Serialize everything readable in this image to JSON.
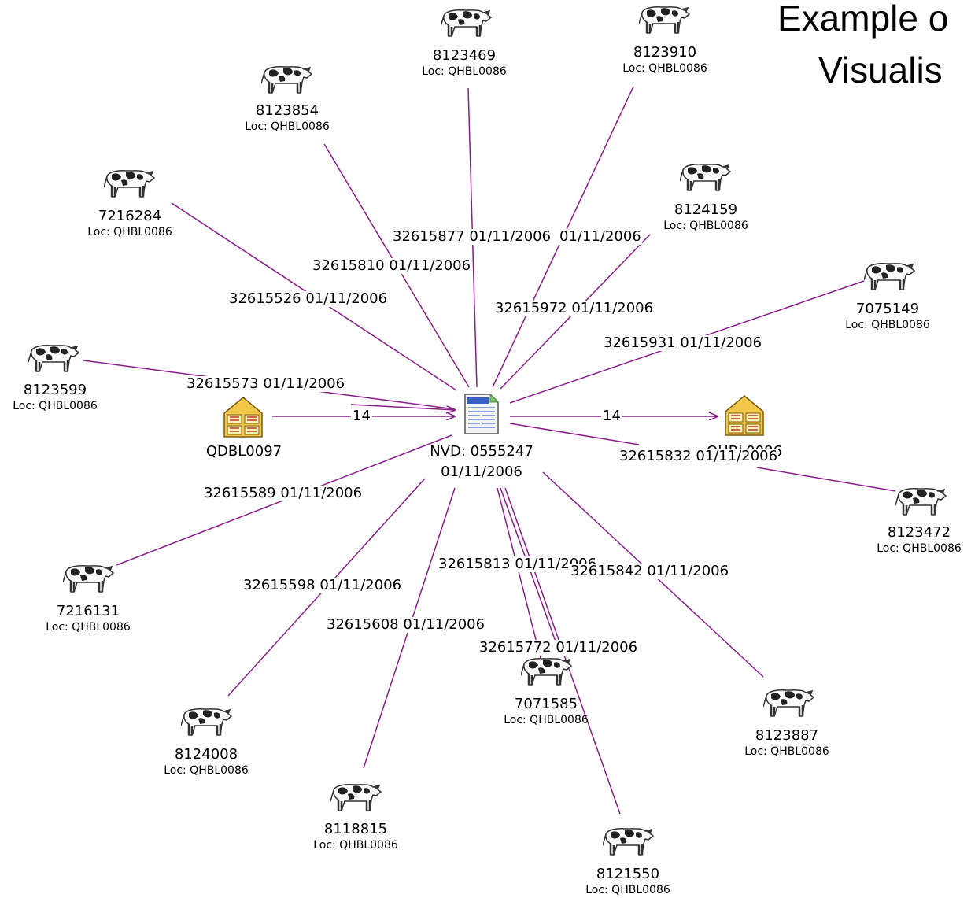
{
  "slide": {
    "title_line1": "Example o",
    "title_line2": "Visualis"
  },
  "hub": {
    "id": "NVD: 0555247",
    "date": "01/11/2006"
  },
  "properties": {
    "source": {
      "name": "QDBL0097"
    },
    "dest": {
      "name": "QHBL0086"
    }
  },
  "flows": {
    "in_count": "14",
    "out_count": "14"
  },
  "colors": {
    "edge": "#8b1c8b",
    "barn_fill": "#f2c84a",
    "doc_blue": "#3a5fc8"
  },
  "cattle": [
    {
      "id": "8123469",
      "loc": "Loc: QHBL0086",
      "txn": "32615877 01/11/2006"
    },
    {
      "id": "8123910",
      "loc": "Loc: QHBL0086",
      "txn": "01/11/2006"
    },
    {
      "id": "8123854",
      "loc": "Loc: QHBL0086",
      "txn": "32615810 01/11/2006"
    },
    {
      "id": "8124159",
      "loc": "Loc: QHBL0086",
      "txn": "32615972 01/11/2006"
    },
    {
      "id": "7216284",
      "loc": "Loc: QHBL0086",
      "txn": "32615526 01/11/2006"
    },
    {
      "id": "7075149",
      "loc": "Loc: QHBL0086",
      "txn": "32615931 01/11/2006"
    },
    {
      "id": "8123599",
      "loc": "Loc: QHBL0086",
      "txn": "32615573 01/11/2006"
    },
    {
      "id": "8123472",
      "loc": "Loc: QHBL0086",
      "txn": "32615832 01/11/2006"
    },
    {
      "id": "7216131",
      "loc": "Loc: QHBL0086",
      "txn": "32615589 01/11/2006"
    },
    {
      "id": "8124008",
      "loc": "Loc: QHBL0086",
      "txn": "32615598 01/11/2006"
    },
    {
      "id": "8118815",
      "loc": "Loc: QHBL0086",
      "txn": "32615608 01/11/2006"
    },
    {
      "id": "7071585",
      "loc": "Loc: QHBL0086",
      "txn": "32615772 01/11/2006"
    },
    {
      "id": "8121550",
      "loc": "Loc: QHBL0086",
      "txn": "32615813 01/11/2006"
    },
    {
      "id": "8123887",
      "loc": "Loc: QHBL0086",
      "txn": "32615842 01/11/2006"
    }
  ]
}
